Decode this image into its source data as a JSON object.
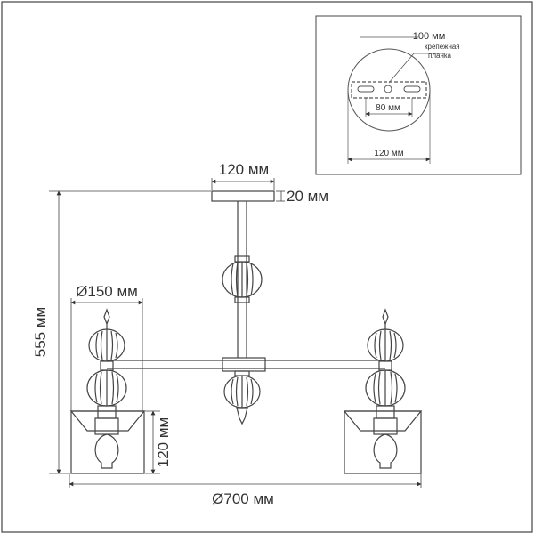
{
  "dimensions": {
    "canopy_width": "120 мм",
    "canopy_height": "20 мм",
    "shade_diameter": "Ø150 мм",
    "total_height": "555 мм",
    "shade_height": "120 мм",
    "total_width": "Ø700 мм"
  },
  "inset": {
    "bracket_length": "100 мм",
    "bracket_label_line1": "крепежная",
    "bracket_label_line2": "планка",
    "hole_spacing": "80 мм",
    "canopy_diameter": "120 мм"
  }
}
